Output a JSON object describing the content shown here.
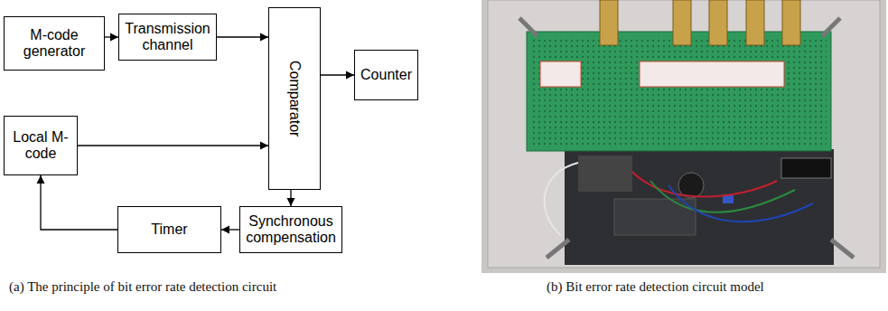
{
  "diagram": {
    "nodes": [
      {
        "text": [
          "M-code generator"
        ]
      },
      {
        "text": [
          "Transmission channel"
        ]
      },
      {
        "text": [
          "Comparator"
        ]
      },
      {
        "text": [
          "Counter"
        ]
      },
      {
        "text": [
          "Local M-code"
        ]
      },
      {
        "text": [
          "Timer"
        ]
      },
      {
        "text": [
          "Synchronous compensation"
        ]
      }
    ],
    "edges": [
      {
        "from": 0,
        "to": 1,
        "arrow": "to"
      },
      {
        "from": 1,
        "to": 2,
        "arrow": "to"
      },
      {
        "from": 2,
        "to": 3,
        "arrow": "to"
      },
      {
        "from": 4,
        "to": 2,
        "arrow": "to"
      },
      {
        "from": 2,
        "to": 6,
        "arrow": "to"
      },
      {
        "from": 6,
        "to": 5,
        "arrow": "to"
      },
      {
        "from": 5,
        "to": 4,
        "arrow": "to"
      }
    ],
    "labels": [
      "(a) The principle of bit error rate detection circuit",
      "(b) Bit error rate detection circuit model"
    ]
  }
}
